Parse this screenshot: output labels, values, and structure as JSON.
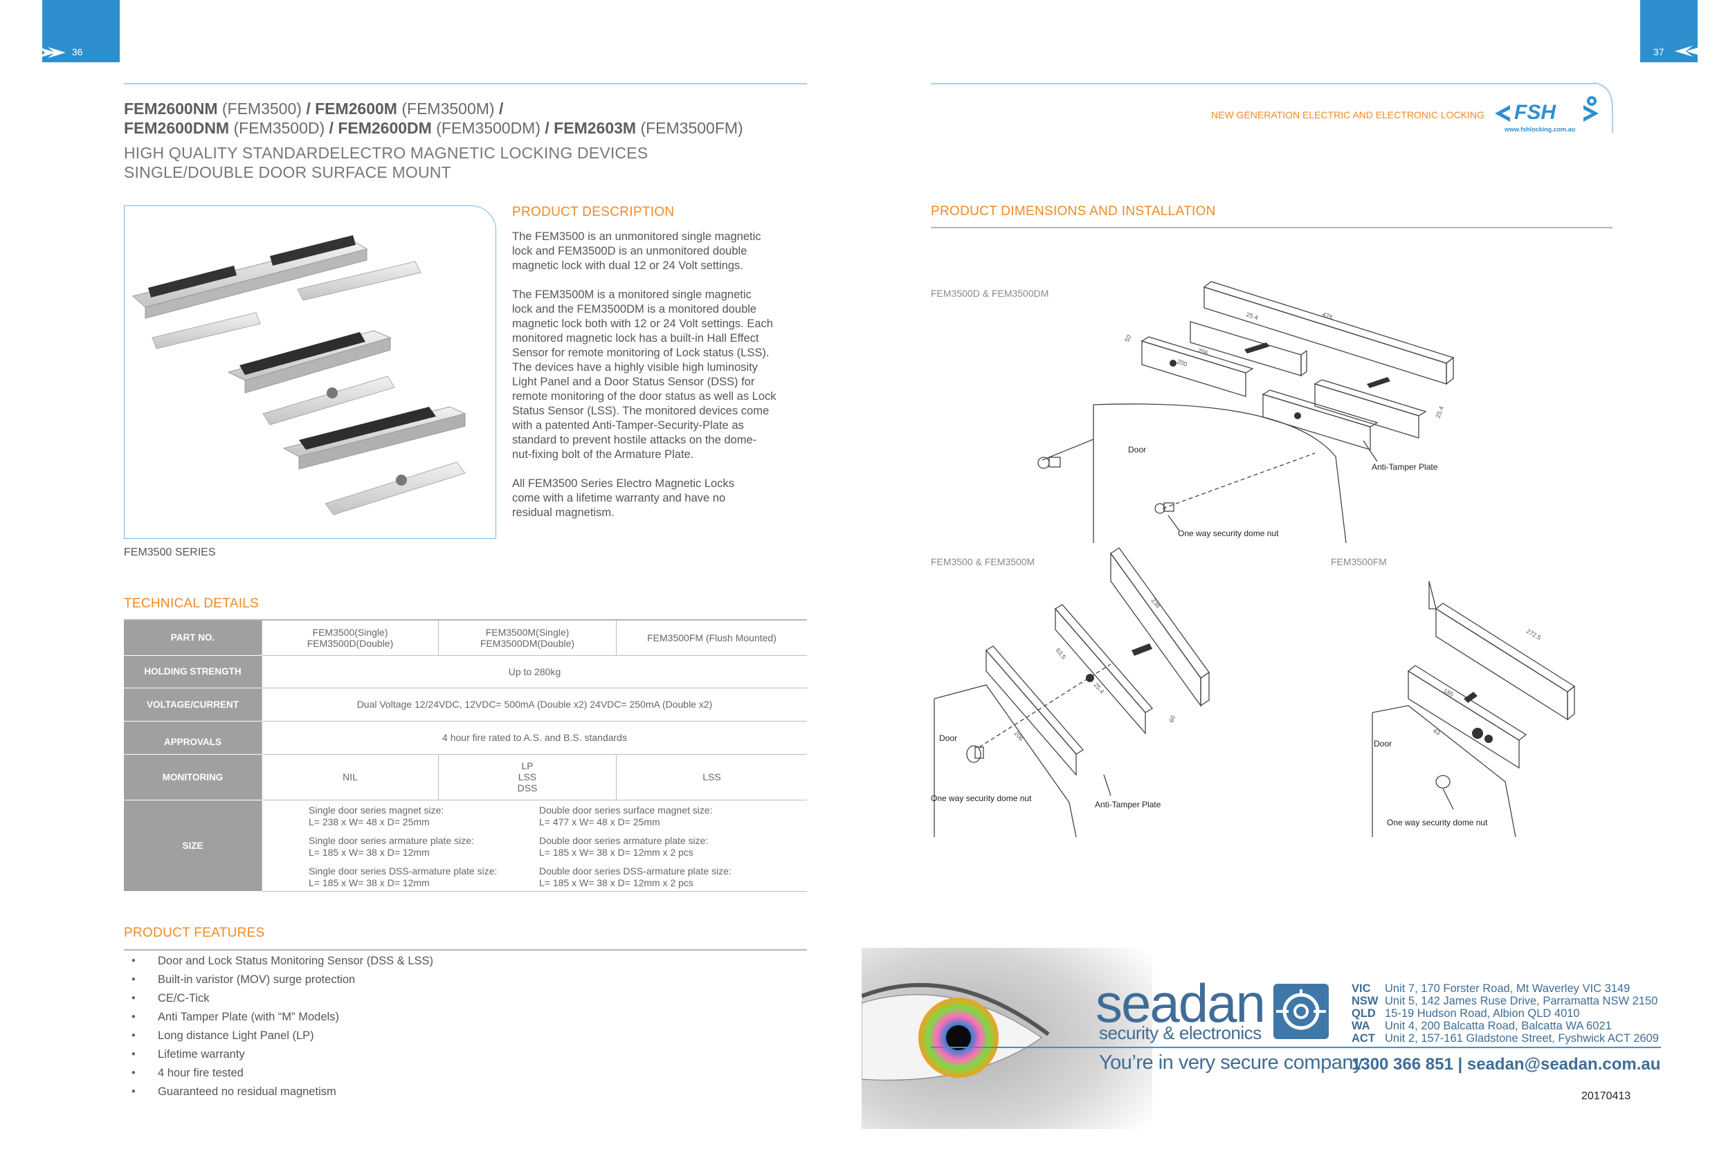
{
  "pages": {
    "left": "36",
    "right": "37"
  },
  "header": {
    "title_line1": [
      {
        "bold": "FEM2600NM",
        "light": " (FEM3500) "
      },
      {
        "bold": "/ FEM2600M",
        "light": " (FEM3500M) "
      },
      {
        "bold": "/",
        "light": ""
      }
    ],
    "title_line2": [
      {
        "bold": "FEM2600DNM",
        "light": " (FEM3500D) "
      },
      {
        "bold": "/ FEM2600DM",
        "light": " (FEM3500DM) "
      },
      {
        "bold": "/ FEM2603M",
        "light": " (FEM3500FM)"
      }
    ],
    "subtitle_1": "HIGH QUALITY STANDARDELECTRO MAGNETIC LOCKING DEVICES",
    "subtitle_2": "SINGLE/DOUBLE DOOR SURFACE MOUNT",
    "tagline": "NEW GENERATION ELECTRIC AND ELECTRONIC LOCKING",
    "logo_text": "FSH",
    "logo_url": "www.fshlocking.com.au"
  },
  "photo_caption": "FEM3500 SERIES",
  "description": {
    "heading": "PRODUCT DESCRIPTION",
    "p1": [
      "The FEM3500 is an unmonitored single magnetic",
      "lock and FEM3500D is an unmonitored double",
      "magnetic lock with dual 12 or 24 Volt settings."
    ],
    "p2": [
      "The FEM3500M is a monitored single magnetic",
      "lock and the FEM3500DM is a monitored double",
      "magnetic lock both with 12 or 24 Volt settings. Each",
      "monitored magnetic lock has a built-in Hall Effect",
      "Sensor for remote monitoring of Lock status (LSS).",
      "The devices have a highly visible high luminosity",
      "Light Panel and a Door Status Sensor (DSS) for",
      "remote monitoring of the door status as well as Lock",
      "Status Sensor (LSS). The monitored devices come",
      "with a patented Anti-Tamper-Security-Plate as",
      "standard to prevent hostile attacks on the dome-",
      "nut-fixing bolt of the Armature Plate."
    ],
    "p3": [
      "All FEM3500 Series Electro Magnetic Locks",
      "come with a lifetime warranty and have no",
      "residual magnetism."
    ]
  },
  "technical": {
    "heading": "TECHNICAL DETAILS",
    "part_no": {
      "label": "PART NO.",
      "c1a": "FEM3500(Single)",
      "c1b": "FEM3500D(Double)",
      "c2a": "FEM3500M(Single)",
      "c2b": "FEM3500DM(Double)",
      "c3": "FEM3500FM (Flush Mounted)"
    },
    "holding": {
      "label": "HOLDING STRENGTH",
      "value": "Up to 280kg"
    },
    "voltage": {
      "label": "VOLTAGE/CURRENT",
      "value": "Dual Voltage 12/24VDC, 12VDC= 500mA (Double x2) 24VDC= 250mA (Double x2)"
    },
    "approvals": {
      "label": "APPROVALS",
      "value": "4 hour fire rated to A.S. and B.S. standards"
    },
    "monitoring": {
      "label": "MONITORING",
      "c1": "NIL",
      "c2a": "LP",
      "c2b": "LSS",
      "c2c": "DSS",
      "c3": "LSS"
    },
    "size": {
      "label": "SIZE",
      "s1a": "Single door series magnet size:",
      "s1b": "L= 238 x W= 48 x D= 25mm",
      "d1a": "Double door series surface magnet size:",
      "d1b": "L= 477 x W= 48 x D= 25mm",
      "s2a": "Single door series armature plate size:",
      "s2b": "L= 185 x W= 38 x D= 12mm",
      "d2a": "Double door series armature plate size:",
      "d2b": "L= 185 x W= 38 x D= 12mm x 2 pcs",
      "s3a": "Single door series DSS-armature plate size:",
      "s3b": "L= 185 x W= 38 x D= 12mm",
      "d3a": "Double door series DSS-armature plate size:",
      "d3b": "L= 185 x W= 38 x D= 12mm x 2 pcs"
    }
  },
  "features": {
    "heading": "PRODUCT FEATURES",
    "items": [
      "Door and Lock Status Monitoring Sensor (DSS & LSS)",
      "Built-in varistor (MOV) surge protection",
      "CE/C-Tick",
      "Anti Tamper Plate (with “M” Models)",
      "Long distance Light Panel (LP)",
      "Lifetime warranty",
      "4 hour fire tested",
      "Guaranteed no residual magnetism"
    ]
  },
  "dimensions": {
    "heading": "PRODUCT DIMENSIONS AND INSTALLATION",
    "label_d": "FEM3500D & FEM3500DM",
    "label_s": "FEM3500 & FEM3500M",
    "label_fm": "FEM3500FM",
    "door": "Door",
    "anti_tamper": "Anti-Tamper Plate",
    "dome_nut": "One way security dome nut",
    "dims_d": [
      "476",
      "50",
      "206",
      "200",
      "25.4",
      "25.4"
    ],
    "dims_s": [
      "238",
      "63.5",
      "25.4",
      "206",
      "60"
    ],
    "dims_fm": [
      "272.5",
      "185",
      "43"
    ]
  },
  "footer": {
    "brand": "seadan",
    "brand_sub": "security & electronics",
    "slogan": "You’re in very secure company",
    "offices": [
      {
        "state": "VIC",
        "addr": "Unit 7, 170 Forster Road, Mt Waverley VIC 3149"
      },
      {
        "state": "NSW",
        "addr": "Unit 5, 142 James Ruse Drive, Parramatta NSW 2150"
      },
      {
        "state": "QLD",
        "addr": "15-19 Hudson Road, Albion QLD 4010"
      },
      {
        "state": "WA",
        "addr": "Unit 4, 200 Balcatta Road, Balcatta WA 6021"
      },
      {
        "state": "ACT",
        "addr": "Unit 2, 157-161 Gladstone Street,  Fyshwick ACT 2609"
      }
    ],
    "contact": "1300 366 851 | seadan@seadan.com.au",
    "code": "20170413"
  }
}
